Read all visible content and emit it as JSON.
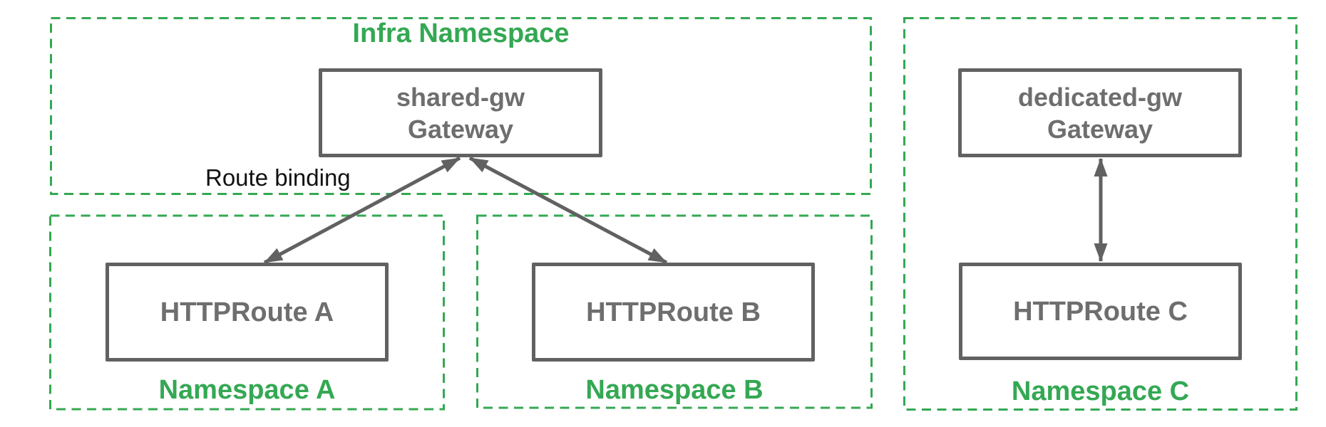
{
  "colors": {
    "namespace_green": "#34A853",
    "node_border_gray": "#616161",
    "node_text_gray": "#6e6e6e",
    "annotation_black": "#111111"
  },
  "infra_namespace": {
    "title": "Infra Namespace",
    "gateway": {
      "name": "shared-gw",
      "kind": "Gateway"
    }
  },
  "namespace_a": {
    "title": "Namespace A",
    "route": "HTTPRoute A"
  },
  "namespace_b": {
    "title": "Namespace B",
    "route": "HTTPRoute B"
  },
  "namespace_c": {
    "title": "Namespace C",
    "gateway": {
      "name": "dedicated-gw",
      "kind": "Gateway"
    },
    "route": "HTTPRoute C"
  },
  "annotations": {
    "route_binding": "Route binding"
  },
  "edges": [
    {
      "from": "HTTPRoute A",
      "to": "shared-gw Gateway",
      "style": "bidirectional-arrow",
      "label": "Route binding"
    },
    {
      "from": "HTTPRoute B",
      "to": "shared-gw Gateway",
      "style": "bidirectional-arrow",
      "label": ""
    },
    {
      "from": "HTTPRoute C",
      "to": "dedicated-gw Gateway",
      "style": "bidirectional-arrow",
      "label": ""
    }
  ]
}
